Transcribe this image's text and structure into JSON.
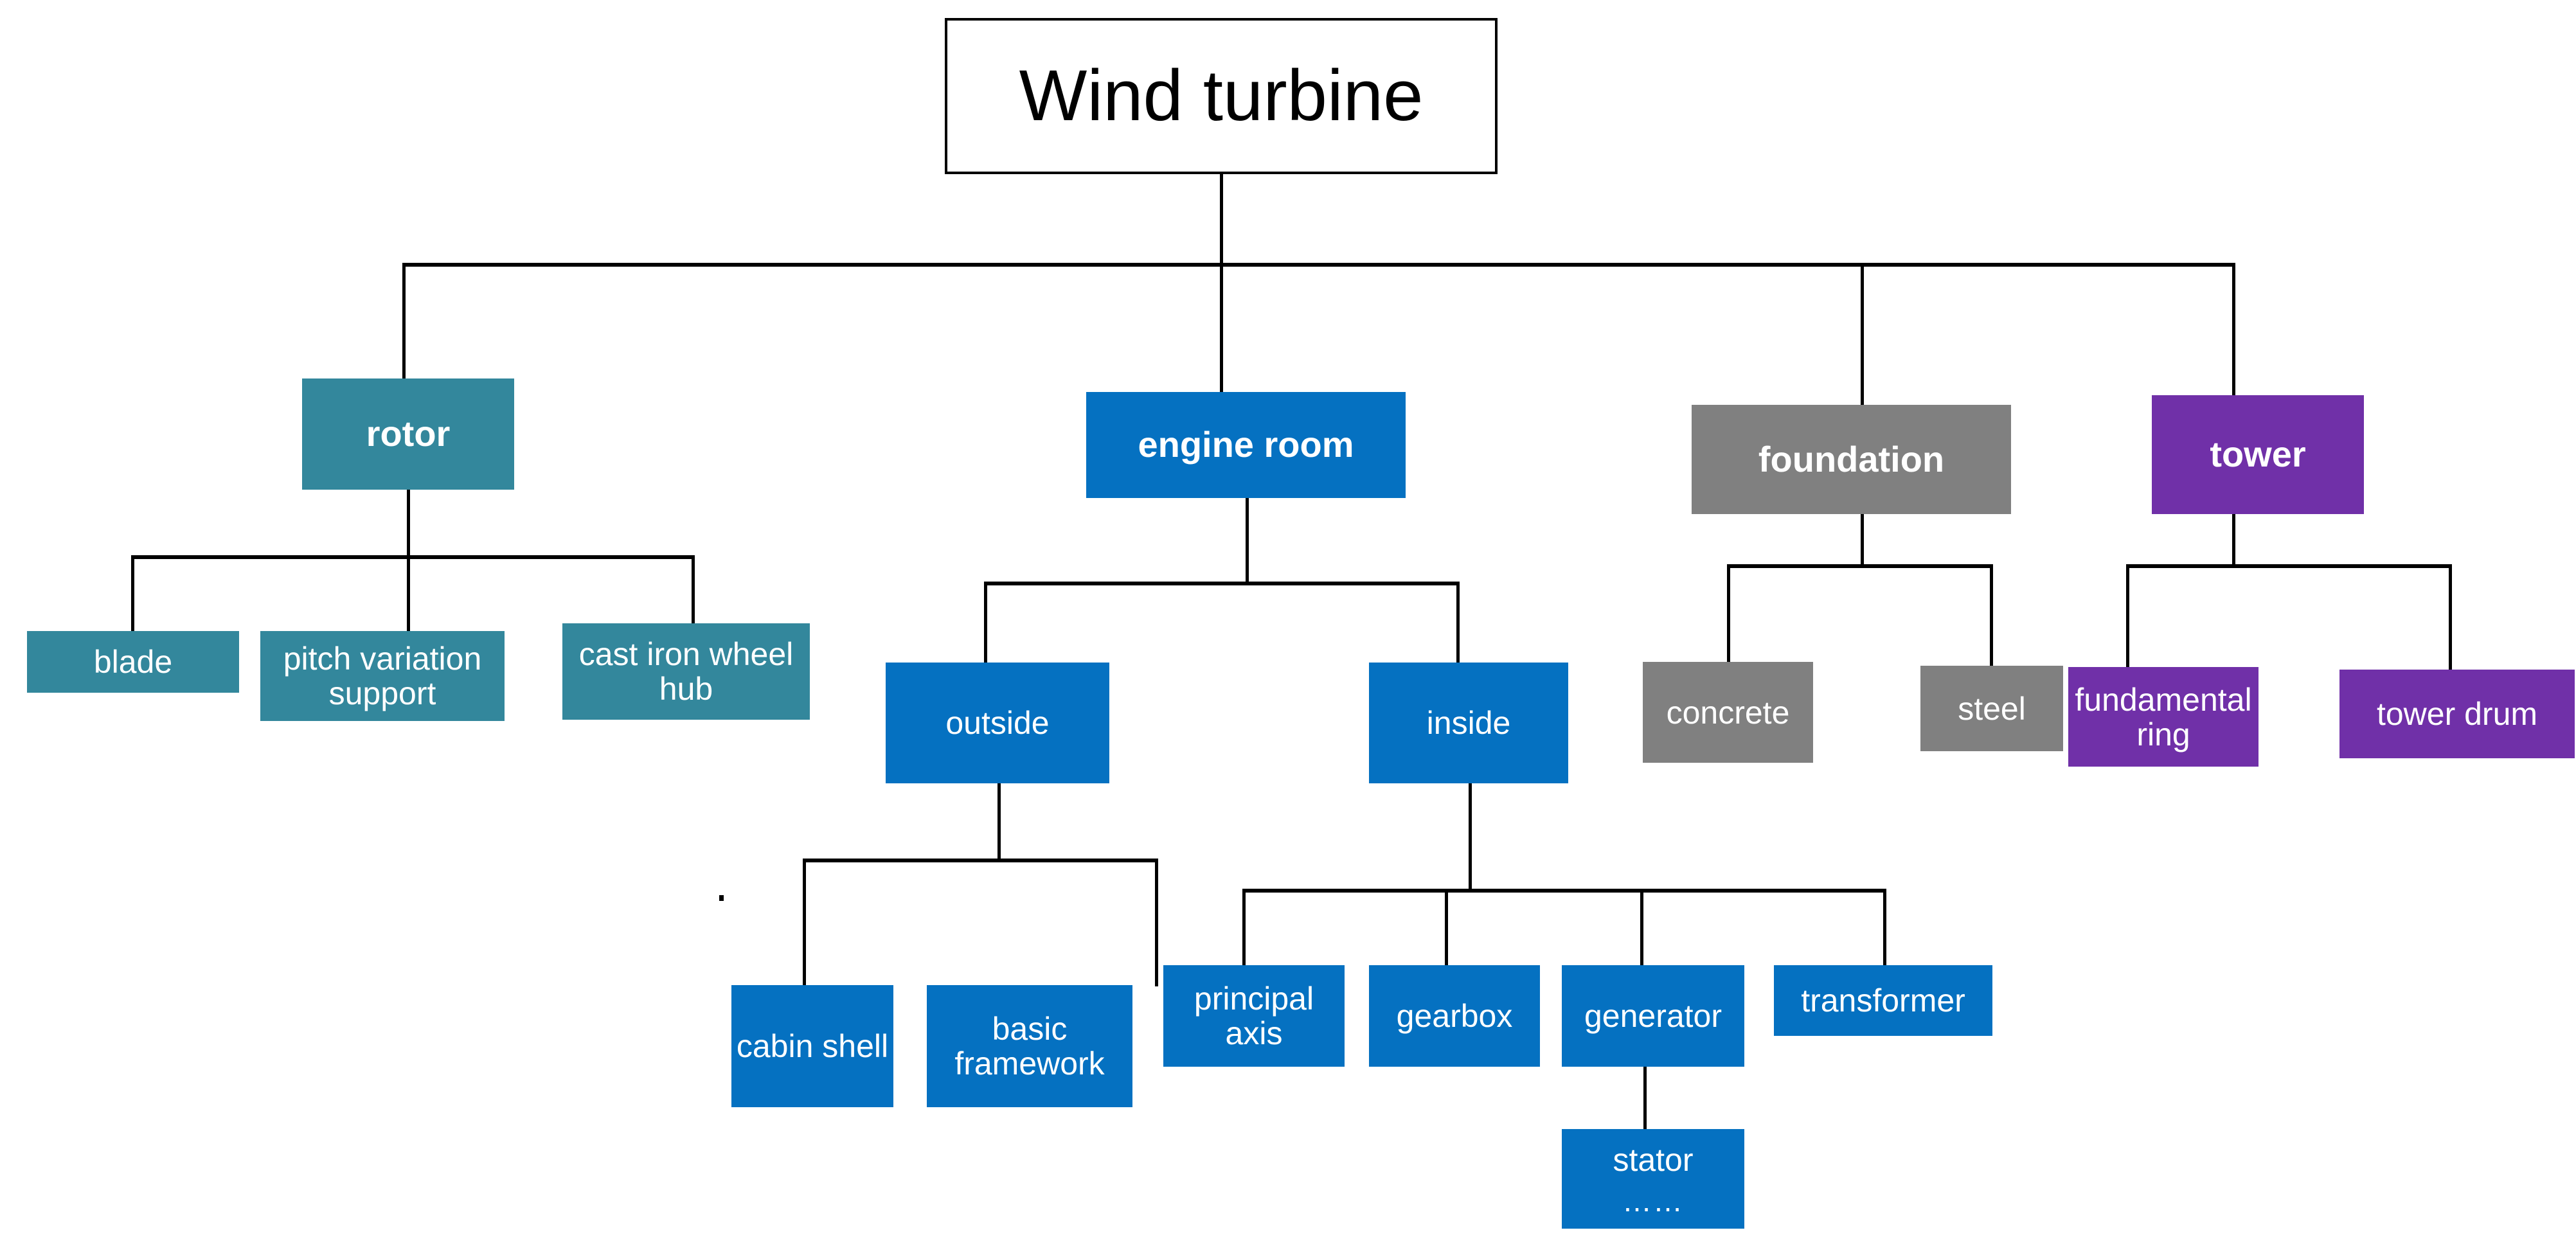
{
  "diagram": {
    "title": "Wind turbine",
    "type": "tree",
    "orientation": "top-down",
    "colors": {
      "root_fill": "#ffffff",
      "root_border": "#000000",
      "rotor": "#33879C",
      "engine_room": "#0571C1",
      "foundation": "#808080",
      "tower": "#7030A8",
      "connector": "#000000",
      "node_text": "#ffffff",
      "root_text": "#000000"
    }
  },
  "nodes": {
    "root": {
      "label": "Wind turbine"
    },
    "level2": [
      {
        "label": "rotor",
        "color_key": "rotor"
      },
      {
        "label": "engine room",
        "color_key": "engine_room"
      },
      {
        "label": "foundation",
        "color_key": "foundation"
      },
      {
        "label": "tower",
        "color_key": "tower"
      }
    ],
    "rotor_children": [
      {
        "label": "blade"
      },
      {
        "label": "pitch variation support"
      },
      {
        "label": "cast iron wheel hub"
      }
    ],
    "engine_room_children": [
      {
        "label": "outside"
      },
      {
        "label": "inside"
      }
    ],
    "outside_children": [
      {
        "label": "cabin shell"
      },
      {
        "label": "basic framework"
      }
    ],
    "inside_children": [
      {
        "label": "principal axis"
      },
      {
        "label": "gearbox"
      },
      {
        "label": "generator"
      },
      {
        "label": "transformer"
      }
    ],
    "generator_children": [
      {
        "label": "stator",
        "continuation": "……"
      }
    ],
    "foundation_children": [
      {
        "label": "concrete"
      },
      {
        "label": "steel"
      }
    ],
    "tower_children": [
      {
        "label": "fundamental ring"
      },
      {
        "label": "tower drum"
      }
    ]
  }
}
